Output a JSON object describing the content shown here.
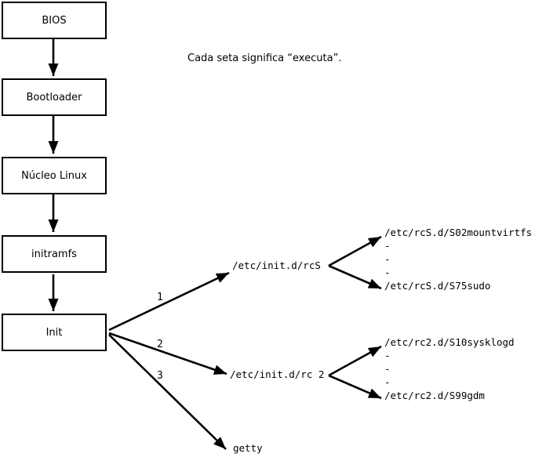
{
  "note": "Cada seta significa “executa”.",
  "boxes": [
    {
      "label": "BIOS"
    },
    {
      "label": "Bootloader"
    },
    {
      "label": "Núcleo Linux"
    },
    {
      "label": "initramfs"
    },
    {
      "label": "Init"
    }
  ],
  "branches": [
    {
      "number": "1",
      "target": "/etc/init.d/rcS",
      "children": [
        "/etc/rcS.d/S02mountvirtfs",
        "-",
        "-",
        "-",
        "/etc/rcS.d/S75sudo"
      ]
    },
    {
      "number": "2",
      "target": "/etc/init.d/rc 2",
      "children": [
        "/etc/rc2.d/S10sysklogd",
        "-",
        "-",
        "-",
        "/etc/rc2.d/S99gdm"
      ]
    },
    {
      "number": "3",
      "target": "getty",
      "children": []
    }
  ],
  "colors": {
    "foreground": "#000000",
    "background": "#ffffff"
  }
}
